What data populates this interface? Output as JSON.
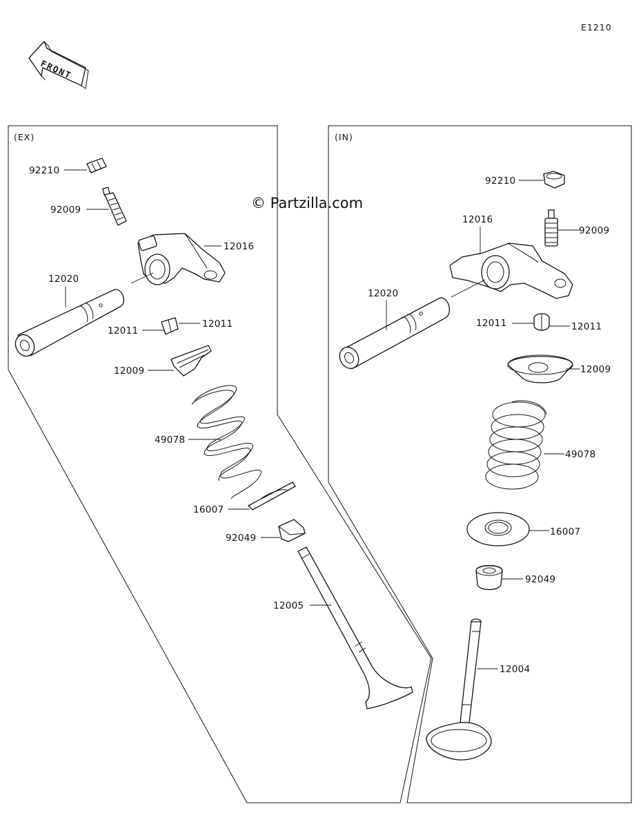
{
  "diagram_code": "E1210",
  "front_arrow_label": "FRONT",
  "watermark": "© Partzilla.com",
  "exhaust": {
    "section_label": "(EX)",
    "parts": {
      "nut": "92210",
      "adjusting_screw": "92009",
      "rocker_arm": "12016",
      "rocker_shaft": "12020",
      "cotter_left": "12011",
      "cotter_right": "12011",
      "spring_retainer": "12009",
      "valve_spring": "49078",
      "spring_seat": "16007",
      "stem_seal": "92049",
      "valve": "12005"
    }
  },
  "intake": {
    "section_label": "(IN)",
    "parts": {
      "nut": "92210",
      "adjusting_screw": "92009",
      "rocker_arm": "12016",
      "rocker_shaft": "12020",
      "cotter_left": "12011",
      "cotter_right": "12011",
      "spring_retainer": "12009",
      "valve_spring": "49078",
      "spring_seat": "16007",
      "stem_seal": "92049",
      "valve": "12004"
    }
  }
}
